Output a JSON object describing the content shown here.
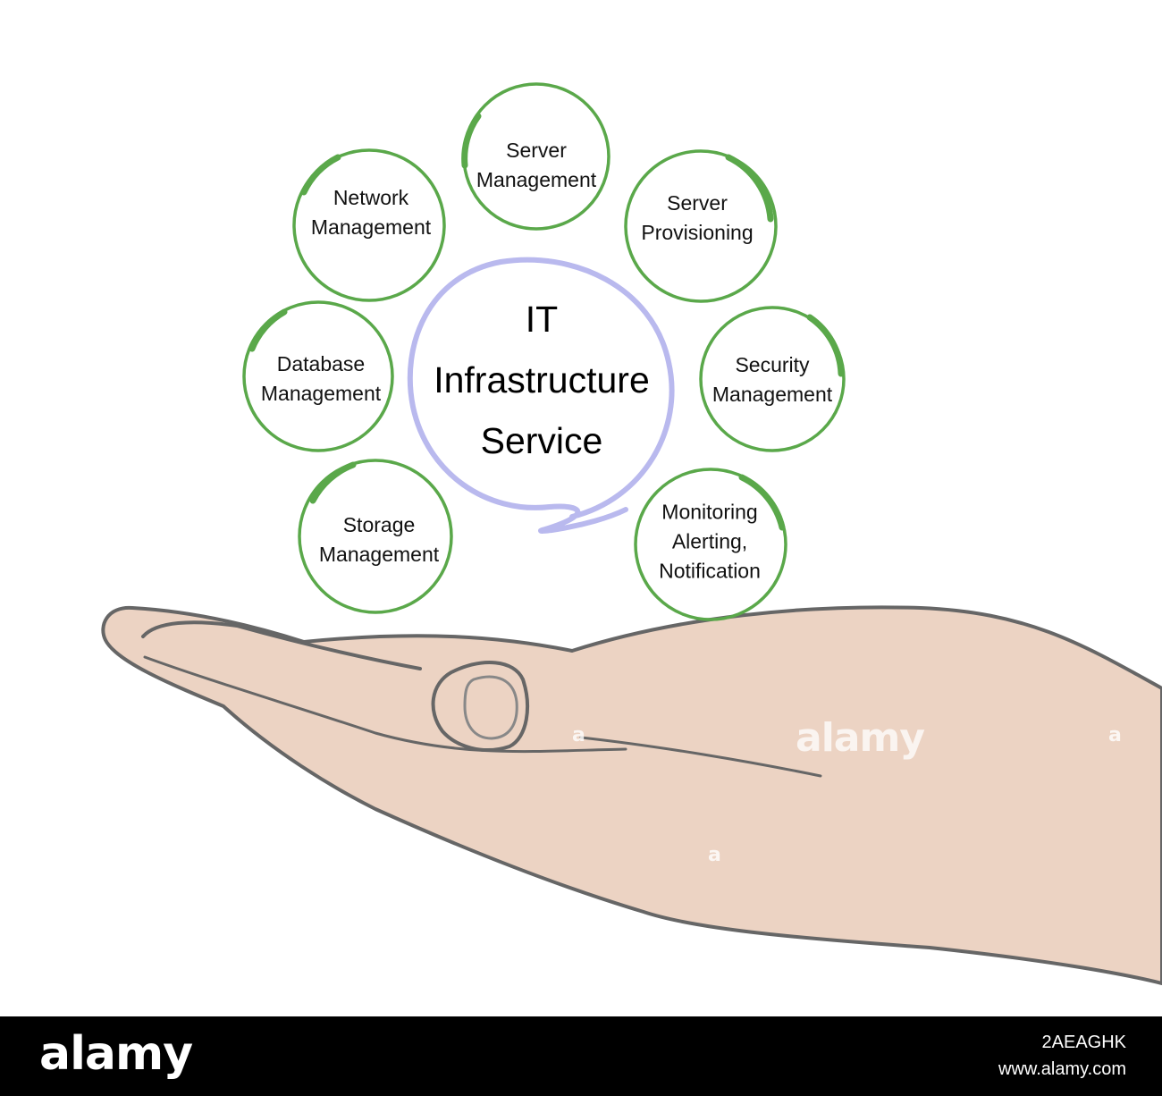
{
  "diagram": {
    "center": {
      "lines": [
        "IT",
        "Infrastructure",
        "Service"
      ]
    },
    "nodes": [
      {
        "id": "server-management",
        "lines": [
          "Server",
          "Management"
        ]
      },
      {
        "id": "server-provisioning",
        "lines": [
          "Server",
          "Provisioning"
        ]
      },
      {
        "id": "security-management",
        "lines": [
          "Security",
          "Management"
        ]
      },
      {
        "id": "monitoring",
        "lines": [
          "Monitoring",
          "Alerting,",
          "Notification"
        ]
      },
      {
        "id": "storage-management",
        "lines": [
          "Storage",
          "Management"
        ]
      },
      {
        "id": "database-management",
        "lines": [
          "Database",
          "Management"
        ]
      },
      {
        "id": "network-management",
        "lines": [
          "Network",
          "Management"
        ]
      }
    ],
    "colors": {
      "node_ring": "#5aa84a",
      "center_ring": "#b9b9ee",
      "hand_fill": "#ecd3c3",
      "hand_outline": "#666666"
    }
  },
  "watermark": {
    "text": "alamy",
    "letter": "a"
  },
  "footer": {
    "logo": "alamy",
    "image_id": "2AEAGHK",
    "url": "www.alamy.com"
  }
}
